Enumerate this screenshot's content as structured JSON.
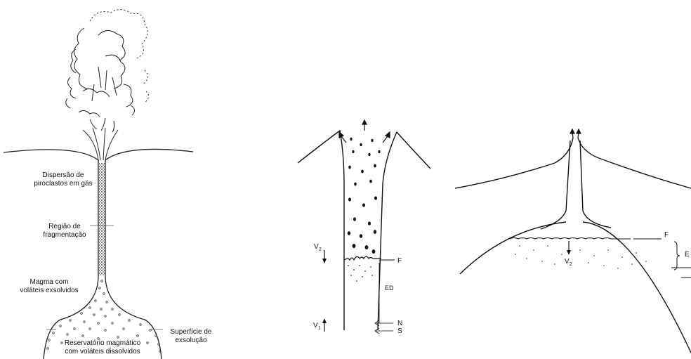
{
  "panel1": {
    "labels": {
      "dispersao_1": "Dispersão de",
      "dispersao_2": "piroclastos em gás",
      "regiao_1": "Região de",
      "regiao_2": "fragmentação",
      "magma_1": "Magma com",
      "magma_2": "voláteis exsolvidos",
      "reservatorio_1": "Reservatório magmático",
      "reservatorio_2": "com voláteis dissolvidos",
      "superficie_1": "Superfície de",
      "superficie_2": "exsolução"
    }
  },
  "panel2": {
    "labels": {
      "v2": "V",
      "v2_sub": "2",
      "v1": "V",
      "v1_sub": "1",
      "f": "F",
      "ed": "ED",
      "n": "N",
      "s": "S"
    }
  },
  "panel3": {
    "labels": {
      "f": "F",
      "e": "E",
      "v2": "V",
      "v2_sub": "2"
    }
  }
}
